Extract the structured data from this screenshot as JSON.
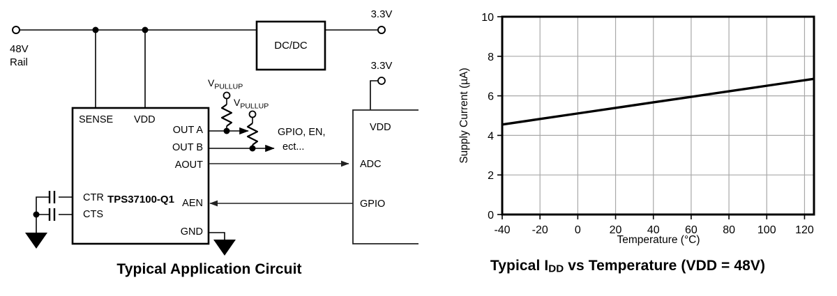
{
  "circuit": {
    "caption": "Typical Application Circuit",
    "source_label_line1": "48V",
    "source_label_line2": "Rail",
    "rail_node_icon": "terminal-circle-icon",
    "dcdc_label": "DC/DC",
    "dcdc_out_label": "3.3V",
    "mcu_supply_label": "3.3V",
    "ic": {
      "part_number": "TPS37100-Q1",
      "pins_left_top": [
        "SENSE",
        "VDD"
      ],
      "pins_left_bottom": [
        "CTR",
        "CTS"
      ],
      "pins_right": [
        "OUT A",
        "OUT B",
        "AOUT",
        "AEN",
        "GND"
      ]
    },
    "pullup_a_label": "VPULLUP",
    "pullup_a_sub": "PULLUP",
    "pullup_a_main": "V",
    "pullup_b_main": "V",
    "pullup_b_sub": "PULLUP",
    "load_label_line1": "GPIO, EN,",
    "load_label_line2": "ect...",
    "mcu": {
      "pins": [
        "VDD",
        "ADC",
        "GPIO"
      ]
    },
    "icons": {
      "ground": "ground-symbol-icon",
      "capacitor": "capacitor-icon",
      "resistor": "resistor-zigzag-icon",
      "junction": "junction-dot-icon",
      "arrow": "signal-arrow-icon"
    }
  },
  "chart_data": {
    "type": "line",
    "title": "Typical IDD vs Temperature (VDD = 48V)",
    "title_parts": {
      "pre": "Typical I",
      "sub": "DD",
      "post": " vs Temperature (VDD = 48V)"
    },
    "xlabel": "Temperature (°C)",
    "ylabel": "Supply Current (µA)",
    "xlim": [
      -40,
      125
    ],
    "ylim": [
      0,
      10
    ],
    "xticks": [
      -40,
      -20,
      0,
      20,
      40,
      60,
      80,
      100,
      120
    ],
    "yticks": [
      0,
      2,
      4,
      6,
      8,
      10
    ],
    "xtick_labels": [
      "-40",
      "-20",
      "0",
      "20",
      "40",
      "60",
      "80",
      "100",
      "120"
    ],
    "ytick_labels": [
      "0",
      "2",
      "4",
      "6",
      "8",
      "10"
    ],
    "grid": true,
    "legend": null,
    "series": [
      {
        "name": "Supply Current",
        "color": "#000000",
        "x": [
          -40,
          -20,
          0,
          20,
          40,
          60,
          80,
          100,
          120,
          125
        ],
        "values": [
          4.55,
          4.83,
          5.11,
          5.39,
          5.67,
          5.95,
          6.23,
          6.51,
          6.79,
          6.86
        ]
      }
    ]
  }
}
